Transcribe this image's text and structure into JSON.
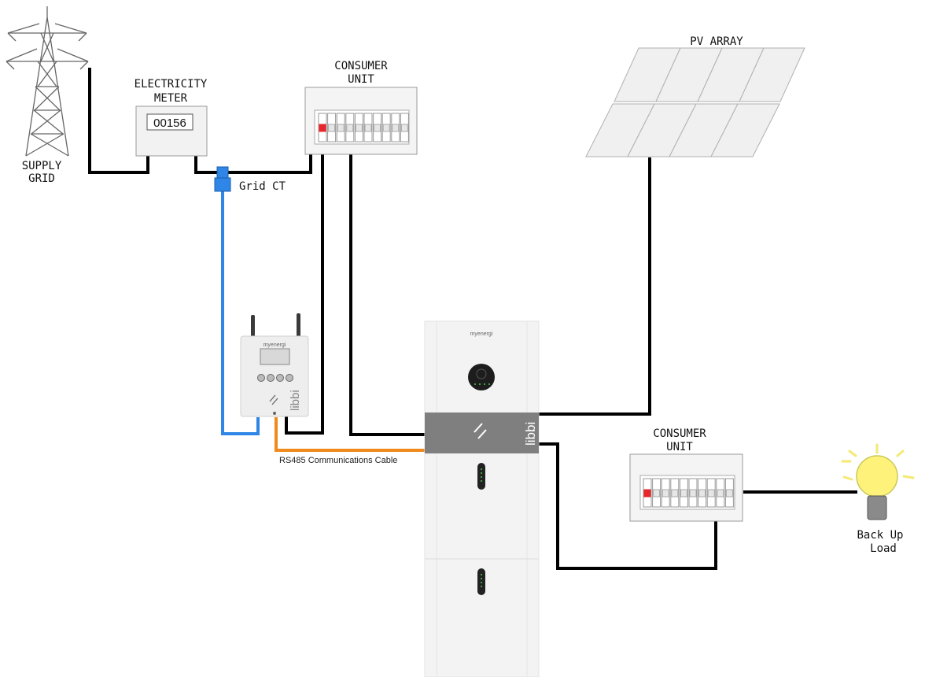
{
  "labels": {
    "supply_grid_line1": "SUPPLY",
    "supply_grid_line2": "GRID",
    "meter_line1": "ELECTRICITY",
    "meter_line2": "METER",
    "meter_reading": "00156",
    "grid_ct": "Grid CT",
    "consumer_unit_1_line1": "CONSUMER",
    "consumer_unit_1_line2": "UNIT",
    "pv_array": "PV ARRAY",
    "consumer_unit_2_line1": "CONSUMER",
    "consumer_unit_2_line2": "UNIT",
    "backup_load_line1": "Back Up",
    "backup_load_line2": "Load",
    "rs485": "RS485 Communications Cable",
    "hub_brand": "myenergi",
    "battery_brand": "myenergi",
    "hub_product": "libbi",
    "battery_product": "libbi"
  },
  "colors": {
    "wire": "#000000",
    "ct_wire": "#2f86e6",
    "comms_wire": "#f08a1c",
    "breaker_tripped": "#e8262b",
    "ct_clamp": "#2f86e6",
    "bulb": "#fff27a"
  },
  "icons": {
    "tower": "pylon-icon",
    "meter": "electricity-meter-icon",
    "ct": "ct-clamp-icon",
    "pv": "solar-panel-icon",
    "hub": "libbi-hub-icon",
    "battery": "libbi-battery-icon",
    "bulb": "light-bulb-icon"
  }
}
